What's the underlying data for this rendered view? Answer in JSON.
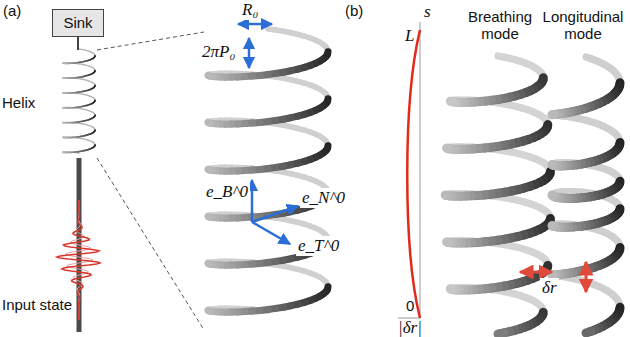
{
  "diagram": {
    "nodes": [
      {
        "text": [
          "Sink"
        ]
      }
    ],
    "labels": [
      "(a)",
      "Helix",
      "Input state",
      "R₀",
      "2πP₀",
      "e_B^0",
      "e_N^0",
      "e_T^0",
      "(b)",
      "s",
      "L",
      "0",
      "|δr|",
      "Breathing mode",
      "Longitudinal mode",
      "δr"
    ]
  }
}
